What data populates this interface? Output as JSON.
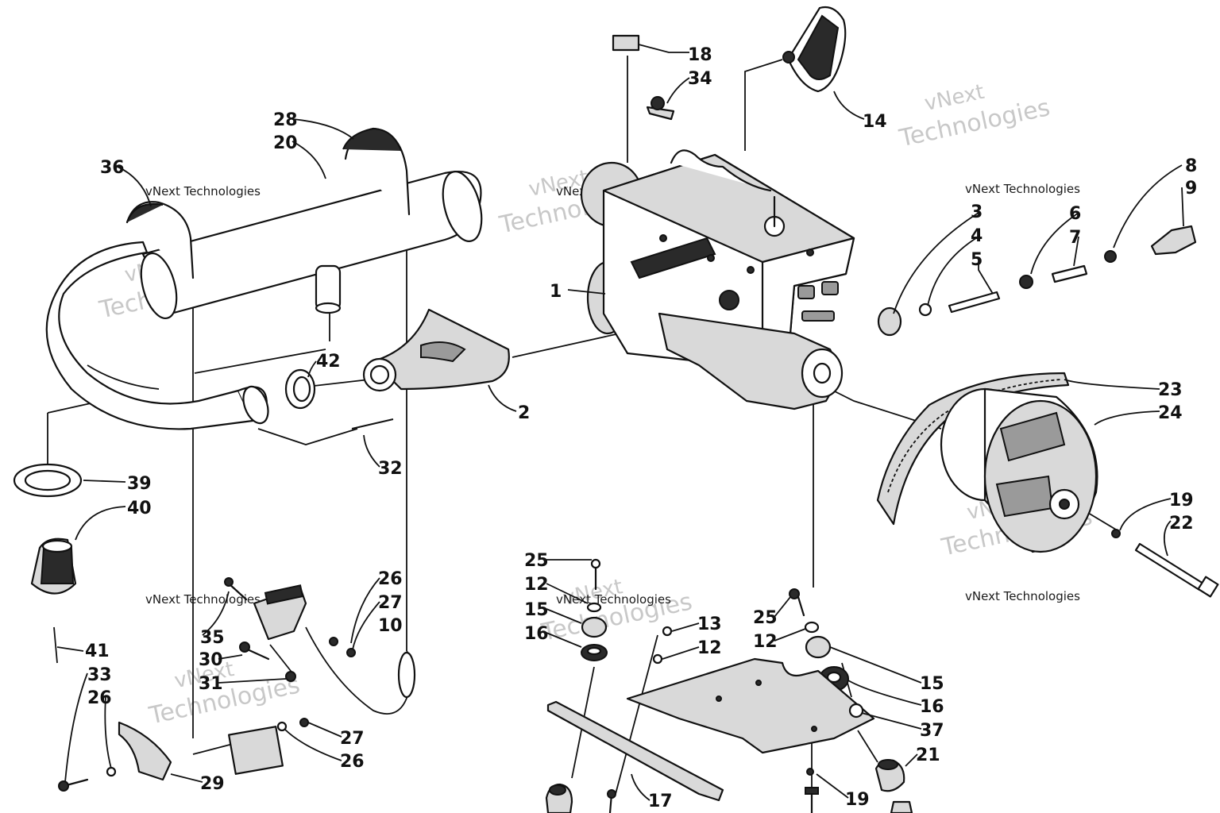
{
  "watermark": {
    "brand": "vNext",
    "company": "Technologies",
    "full": "vNext Technologies"
  },
  "callouts": {
    "c1": "1",
    "c2": "2",
    "c3": "3",
    "c4": "4",
    "c5": "5",
    "c6": "6",
    "c7": "7",
    "c8": "8",
    "c9": "9",
    "c10": "10",
    "c12": "12",
    "c12b": "12",
    "c12c": "12",
    "c13": "13",
    "c14": "14",
    "c15": "15",
    "c15b": "15",
    "c16": "16",
    "c16b": "16",
    "c17": "17",
    "c18": "18",
    "c19": "19",
    "c19b": "19",
    "c20": "20",
    "c21": "21",
    "c22": "22",
    "c23": "23",
    "c24": "24",
    "c25": "25",
    "c25b": "25",
    "c26": "26",
    "c26b": "26",
    "c26c": "26",
    "c27": "27",
    "c27b": "27",
    "c28": "28",
    "c29": "29",
    "c30": "30",
    "c31": "31",
    "c32": "32",
    "c33": "33",
    "c34": "34",
    "c35": "35",
    "c36": "36",
    "c37": "37",
    "c39": "39",
    "c40": "40",
    "c41": "41",
    "c42": "42"
  }
}
